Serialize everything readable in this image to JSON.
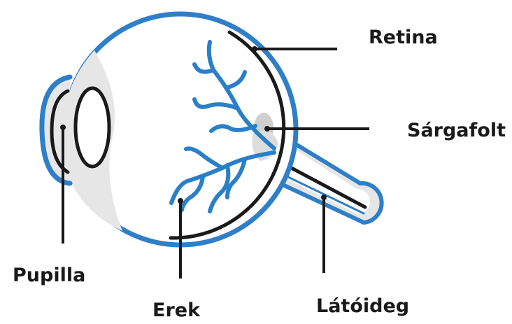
{
  "labels": {
    "retina": "Retina",
    "macula": "Sárgafolt",
    "pupil": "Pupilla",
    "vessels": "Erek",
    "optic_nerve": "Látóideg"
  },
  "colors": {
    "outline_blue": "#2f7fc8",
    "vessel_blue": "#2a7fc9",
    "inner_gray": "#e6e6e6",
    "dark": "#1a1a1a",
    "macula_gray": "#cfcfcf"
  }
}
